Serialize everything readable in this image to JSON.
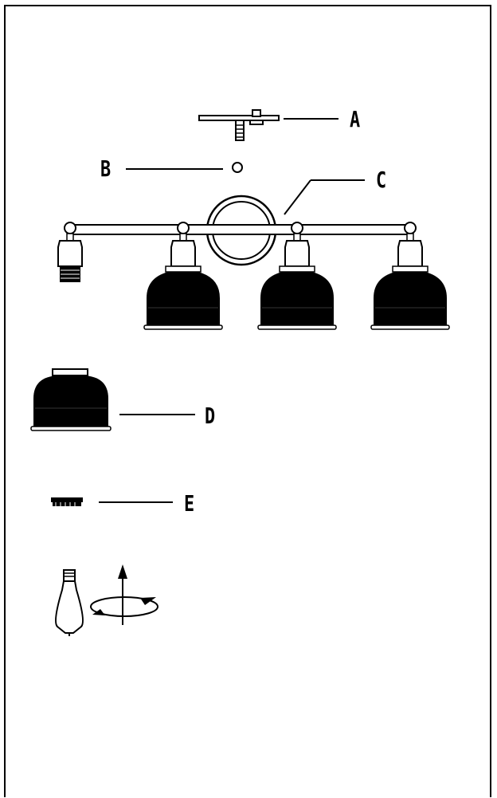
{
  "labels": {
    "a": "A",
    "b": "B",
    "c": "C",
    "d": "D",
    "e": "E"
  },
  "colors": {
    "ink": "#000000",
    "paper": "#ffffff"
  }
}
